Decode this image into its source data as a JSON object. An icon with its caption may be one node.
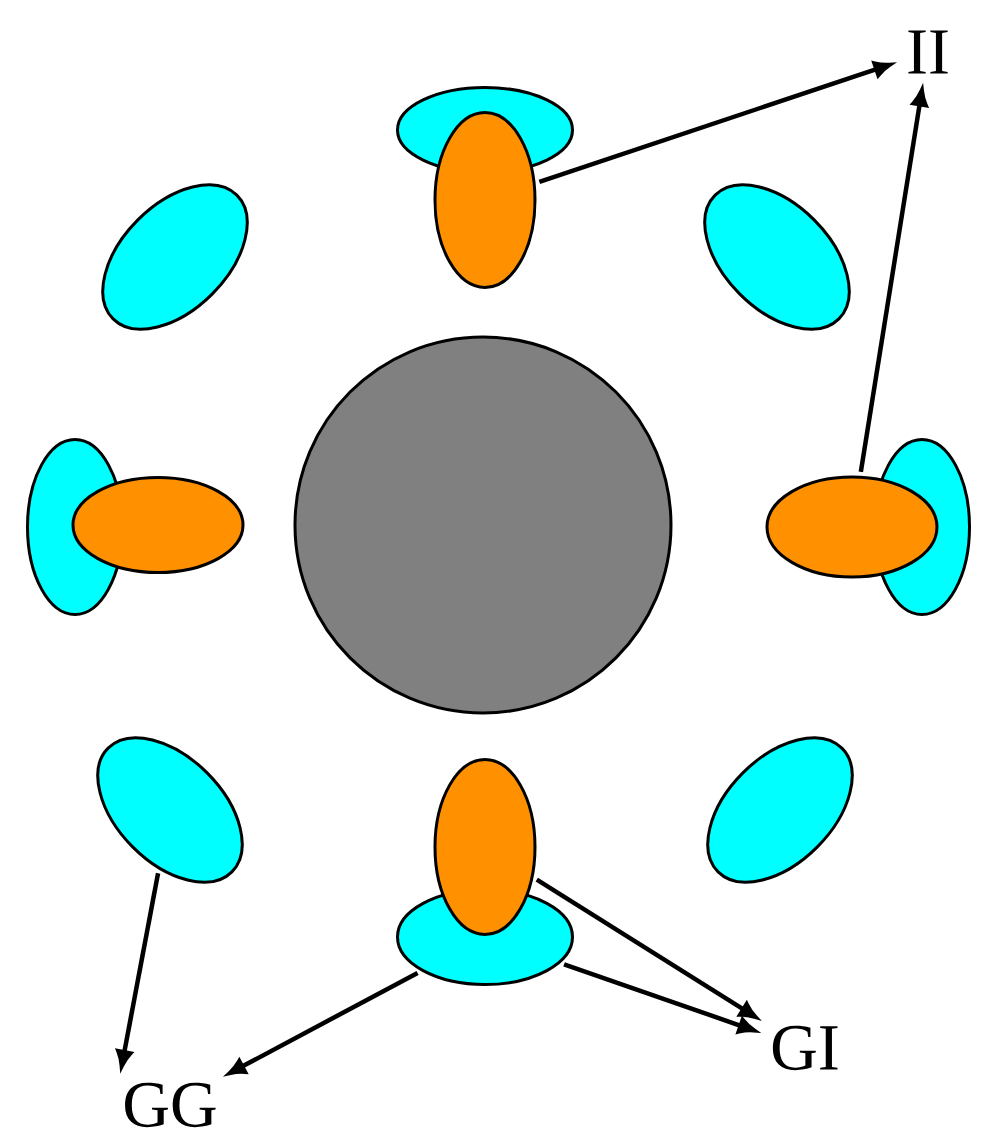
{
  "diagram": {
    "nodes": [
      {
        "text": [],
        "shape": "ellipse"
      },
      {
        "text": [],
        "shape": "ellipse"
      },
      {
        "text": [
          "II"
        ]
      },
      {
        "text": [],
        "shape": "ellipse"
      },
      {
        "text": [],
        "shape": "ellipse"
      },
      {
        "text": [],
        "shape": "ellipse"
      },
      {
        "text": [],
        "shape": "ellipse"
      },
      {
        "text": [],
        "shape": "circle"
      },
      {
        "text": [],
        "shape": "ellipse"
      },
      {
        "text": [],
        "shape": "ellipse"
      },
      {
        "text": [],
        "shape": "ellipse"
      },
      {
        "text": [],
        "shape": "ellipse"
      },
      {
        "text": [],
        "shape": "ellipse"
      },
      {
        "text": [],
        "shape": "ellipse"
      },
      {
        "text": [
          "GI"
        ]
      },
      {
        "text": [
          "GG"
        ]
      }
    ],
    "edges": [
      {
        "from": 1,
        "to": 2,
        "arrow": "to"
      },
      {
        "from": 8,
        "to": 2,
        "arrow": "to"
      },
      {
        "from": 10,
        "to": 15,
        "arrow": "to"
      },
      {
        "from": 13,
        "to": 15,
        "arrow": "to"
      },
      {
        "from": 13,
        "to": 14,
        "arrow": "to"
      },
      {
        "from": 12,
        "to": 14,
        "arrow": "to"
      }
    ]
  }
}
